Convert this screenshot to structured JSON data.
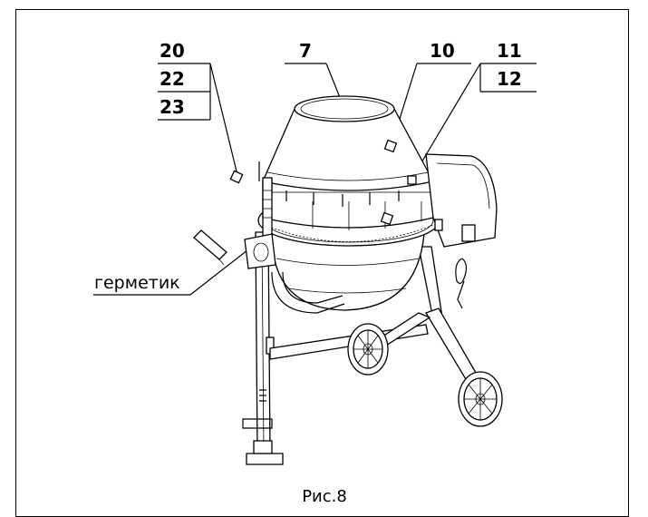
{
  "callouts": {
    "c20": "20",
    "c22": "22",
    "c23": "23",
    "c7": "7",
    "c10": "10",
    "c11": "11",
    "c12": "12"
  },
  "labels": {
    "sealant": "герметик"
  },
  "caption": "Рис.8",
  "icons": {
    "mixer": "concrete-mixer-drawing",
    "sealant_tube": "sealant-tube-icon",
    "screws": "screw-icon"
  }
}
